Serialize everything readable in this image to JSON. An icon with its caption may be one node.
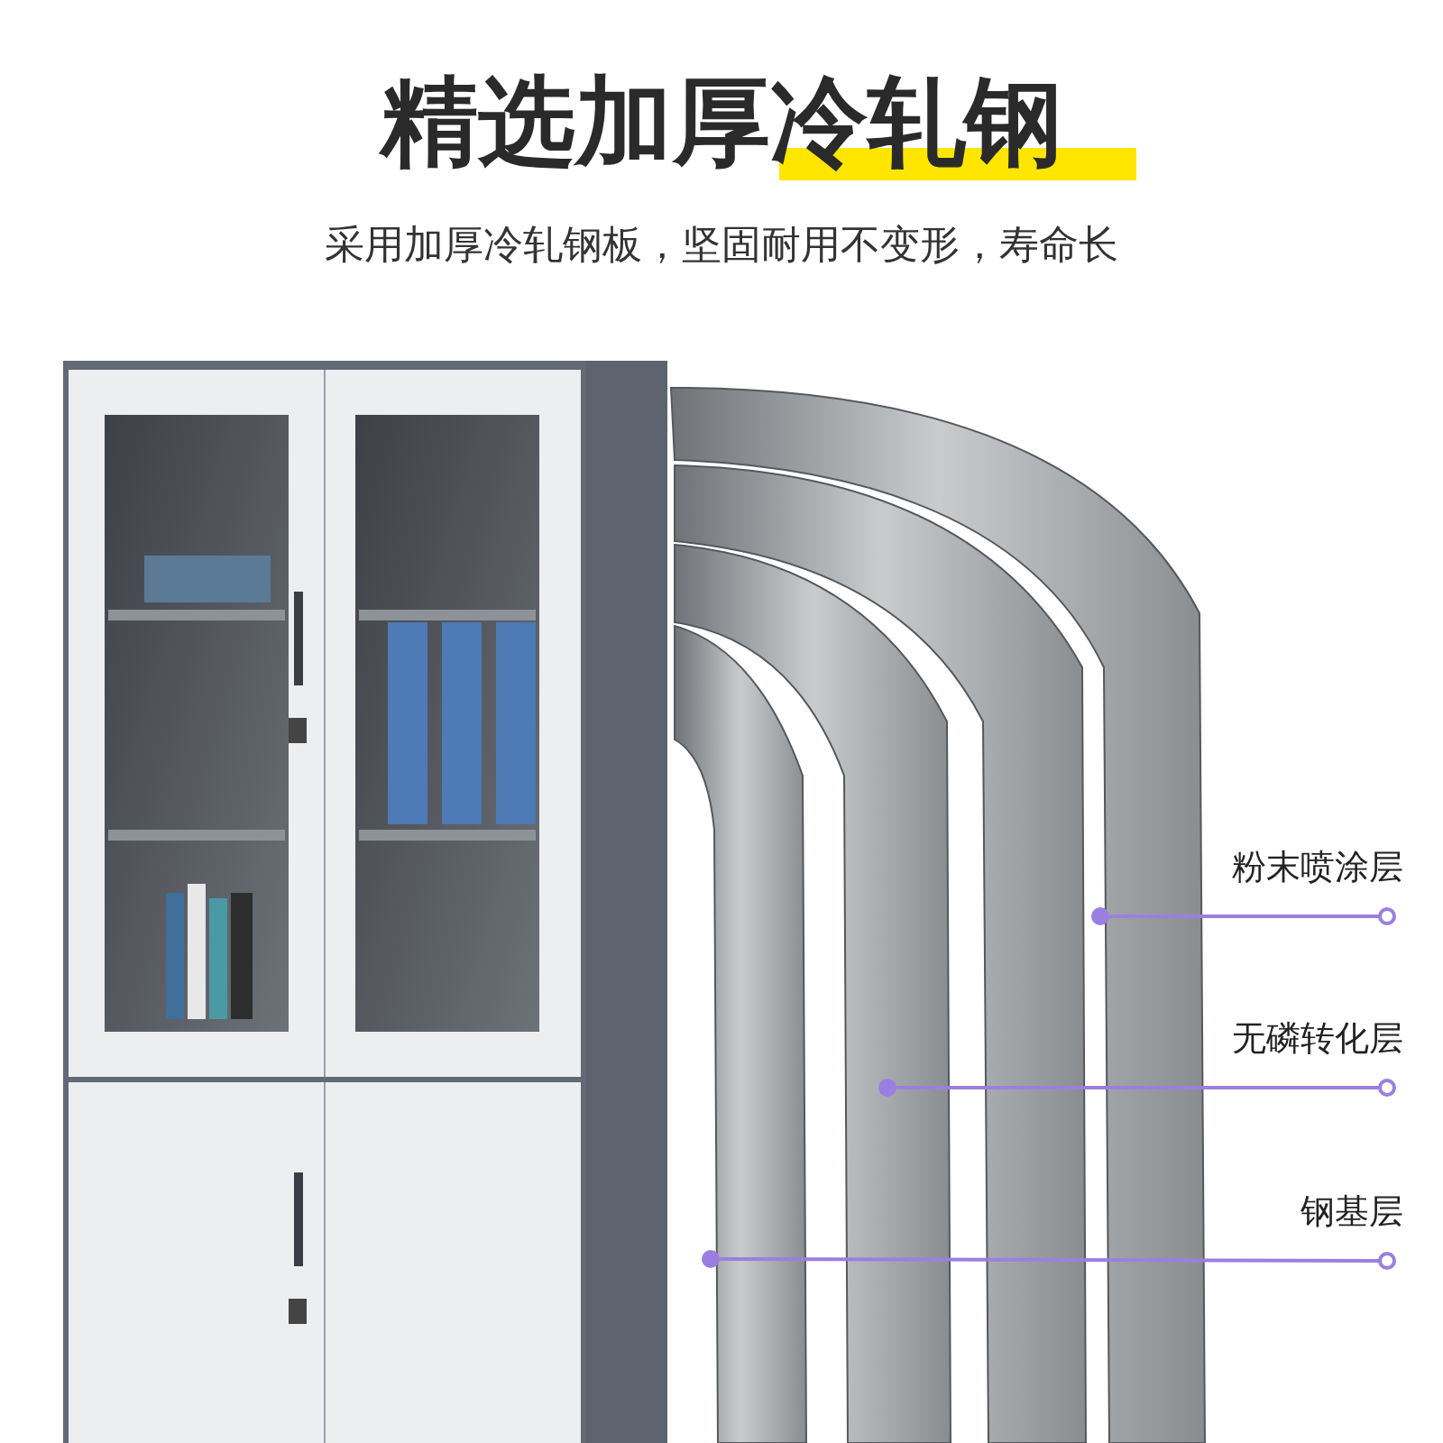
{
  "diagram": {
    "title": "精选加厚冷轧钢",
    "nodes": [
      {
        "text": [
          "粉末喷涂层"
        ]
      },
      {
        "text": [
          "无磷转化层"
        ]
      },
      {
        "text": [
          "钢基层"
        ]
      },
      {
        "text": [],
        "shape": "circle"
      },
      {
        "text": [],
        "shape": "circle"
      },
      {
        "text": [],
        "shape": "circle"
      }
    ],
    "edges": [
      {
        "from": 3,
        "to": 0,
        "arrow": "none",
        "color": "#9b7fe0"
      },
      {
        "from": 4,
        "to": 1,
        "arrow": "none",
        "color": "#9b7fe0"
      },
      {
        "from": 5,
        "to": 2,
        "arrow": "none",
        "color": "#9b7fe0"
      }
    ],
    "labels": [
      "采用加厚冷轧钢板，坚固耐用不变形，寿命长"
    ]
  }
}
